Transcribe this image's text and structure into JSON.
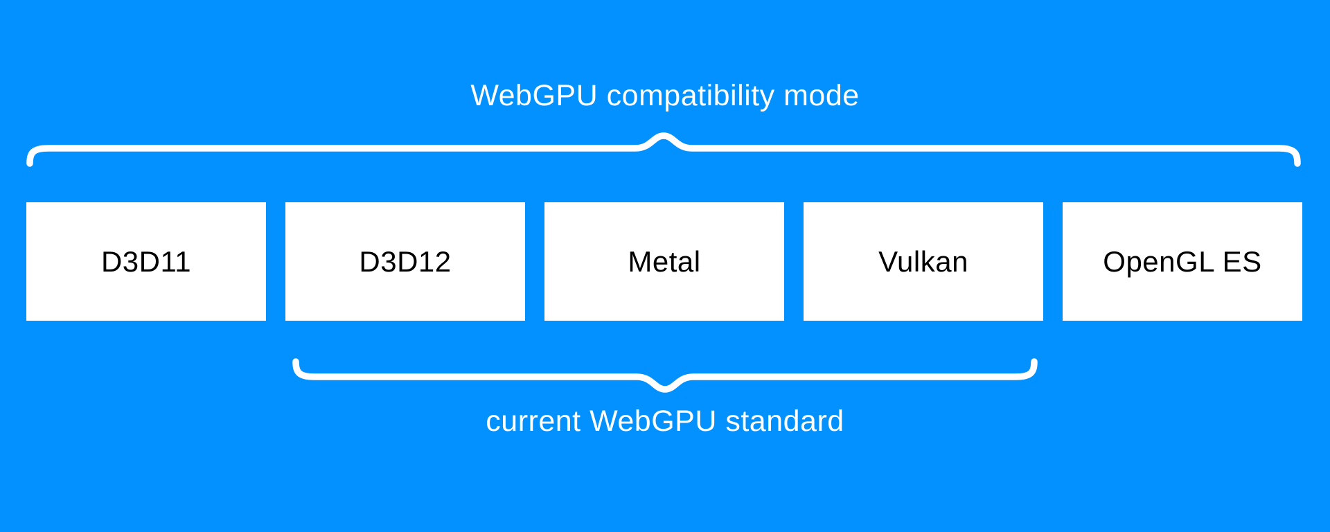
{
  "diagram": {
    "title": "WebGPU compatibility mode",
    "bottom_label": "current WebGPU standard",
    "boxes": [
      {
        "label": "D3D11"
      },
      {
        "label": "D3D12"
      },
      {
        "label": "Metal"
      },
      {
        "label": "Vulkan"
      },
      {
        "label": "OpenGL ES"
      }
    ],
    "colors": {
      "background": "#0291FF",
      "box_background": "#FFFFFF",
      "box_text": "#000000",
      "label_text": "#FFFFFF",
      "brace": "#FFFFFF"
    }
  }
}
